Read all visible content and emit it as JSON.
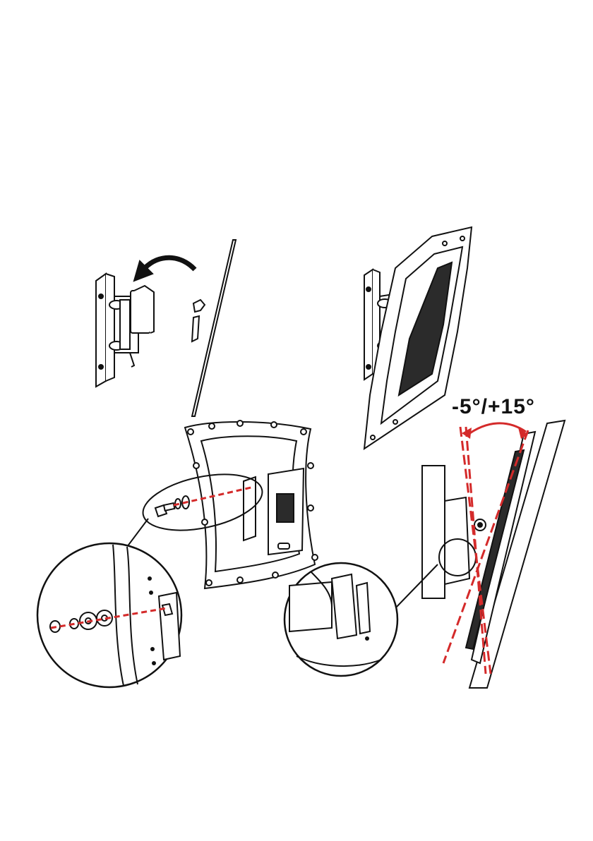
{
  "tilt_label": "-5°/+15°",
  "tilt_range_degrees": {
    "down": -5,
    "up": 15
  },
  "colors": {
    "line": "#111111",
    "accent": "#d42a2a",
    "fill": "#ffffff",
    "dark_fill": "#2b2b2b"
  },
  "panels": [
    {
      "name": "step-hang-plate-on-arm",
      "icon": "curved-arrow-icon"
    },
    {
      "name": "step-plate-mounted",
      "icon": "mount-assembly"
    },
    {
      "name": "step-insert-bolt",
      "icon": "bolt-washer-icon"
    },
    {
      "name": "step-tilt-adjust",
      "icon": "tilt-angle-icon"
    }
  ]
}
